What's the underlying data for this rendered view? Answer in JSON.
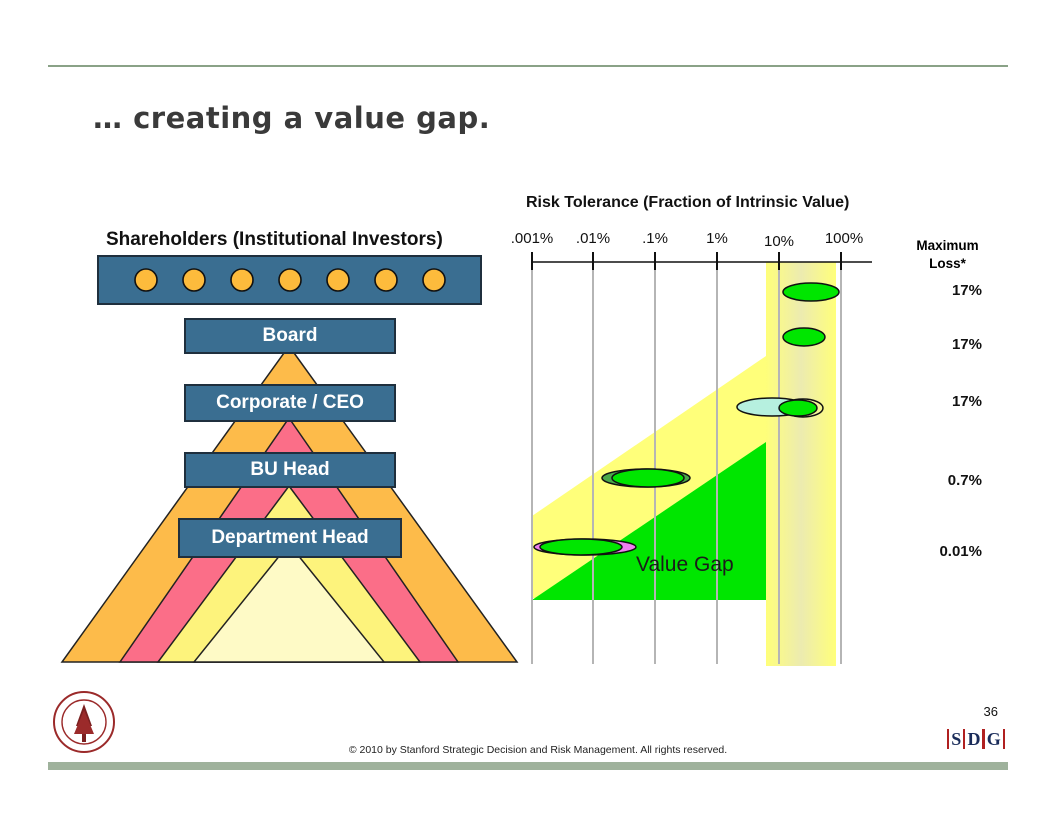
{
  "slide": {
    "title": "… creating a value gap.",
    "page_number": "36",
    "copyright": "© 2010 by Stanford Strategic Decision and Risk Management. All rights reserved.",
    "brand_letters": [
      "S",
      "D",
      "G"
    ]
  },
  "hierarchy": {
    "heading": "Shareholders (Institutional Investors)",
    "shareholder_count": 7,
    "levels": [
      {
        "label": "Board"
      },
      {
        "label": "Corporate / CEO"
      },
      {
        "label": "BU Head"
      },
      {
        "label": "Department Head"
      }
    ]
  },
  "risk_scale": {
    "heading": "Risk Tolerance (Fraction of Intrinsic Value)",
    "ticks": [
      ".001%",
      ".01%",
      ".1%",
      "1%",
      "10%",
      "100%"
    ],
    "max_loss_heading": "Maximum Loss*",
    "max_loss_values": [
      "17%",
      "17%",
      "17%",
      "0.7%",
      "0.01%"
    ],
    "value_gap_label": "Value Gap"
  },
  "colors": {
    "box_fill": "#3a6e91",
    "pyramid_outer": "#fdbb4a",
    "pyramid_red": "#fb6e88",
    "pyramid_yellow": "#fdf37c",
    "pyramid_inner": "#fefac6",
    "shareholder_dot": "#fdbb3c",
    "green": "#00e600",
    "yellow_band": "#ffff7a"
  }
}
